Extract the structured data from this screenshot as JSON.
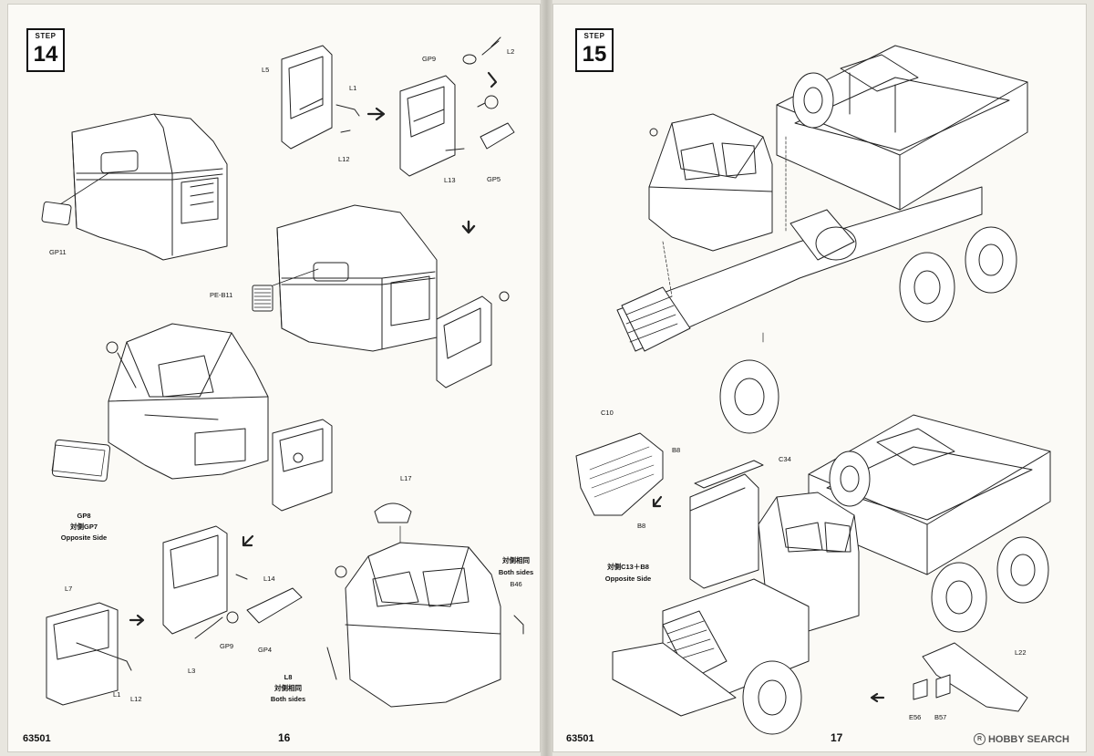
{
  "left_page": {
    "step_label": "STEP",
    "step_number": "14",
    "labels": {
      "l5": "L5",
      "l1_top": "L1",
      "l12_top": "L12",
      "gp9_top": "GP9",
      "l2": "L2",
      "l13": "L13",
      "gp5": "GP5",
      "gp11": "GP11",
      "pe_b11": "PE-B11",
      "gp8": "GP8",
      "gp7_cn": "対側GP7",
      "gp7_en": "Opposite Side",
      "l17": "L17",
      "both_cn": "対側相同",
      "both_en": "Both sides",
      "b46": "B46",
      "l14": "L14",
      "l7": "L7",
      "l1_bottom": "L1",
      "l12_bottom": "L12",
      "l3": "L3",
      "gp9_bottom": "GP9",
      "gp4": "GP4",
      "l8": "L8",
      "l8_cn": "対側相同",
      "l8_en": "Both sides"
    },
    "kit_number": "63501",
    "page_number": "16"
  },
  "right_page": {
    "step_label": "STEP",
    "step_number": "15",
    "labels": {
      "c10": "C10",
      "b8_top": "B8",
      "b8_bottom": "B8",
      "c34": "C34",
      "c13_cn": "対側C13＋B8",
      "c13_en": "Opposite Side",
      "l22": "L22",
      "e56": "E56",
      "b57": "B57"
    },
    "kit_number": "63501",
    "page_number": "17"
  },
  "watermark": {
    "text": "HOBBY SEARCH",
    "reg_symbol": "R"
  }
}
